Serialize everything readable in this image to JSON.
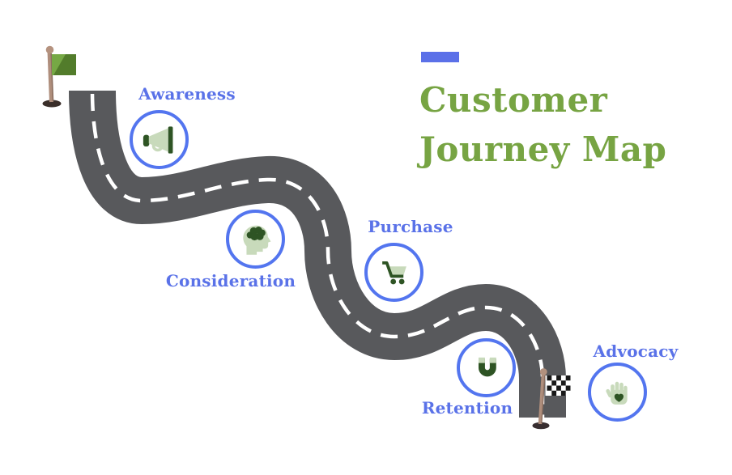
{
  "title": {
    "line1": "Customer",
    "line2": "Journey Map"
  },
  "stages": [
    {
      "label": "Awareness",
      "icon": "megaphone-icon"
    },
    {
      "label": "Consideration",
      "icon": "head-brain-icon"
    },
    {
      "label": "Purchase",
      "icon": "shopping-cart-icon"
    },
    {
      "label": "Retention",
      "icon": "magnet-icon"
    },
    {
      "label": "Advocacy",
      "icon": "hand-heart-icon"
    }
  ],
  "journey": {
    "start_marker": "green-flag",
    "finish_marker": "checkered-flag",
    "path_order": [
      "Awareness",
      "Consideration",
      "Purchase",
      "Retention",
      "Advocacy"
    ]
  },
  "colors": {
    "road": "#58595C",
    "road_dash": "#FFFFFF",
    "label_blue": "#5A72E8",
    "circle_border": "#5375EF",
    "icon_light_green": "#C8DABB",
    "icon_dark_green": "#2E5424",
    "title_green": "#77A443",
    "accent_blue": "#5B70E8",
    "pole_tan": "#AF8E7C",
    "flag_green_light": "#76A845",
    "flag_green_dark": "#527C2B",
    "flag_base_dark": "#3A2E29",
    "checker_black": "#191919"
  }
}
